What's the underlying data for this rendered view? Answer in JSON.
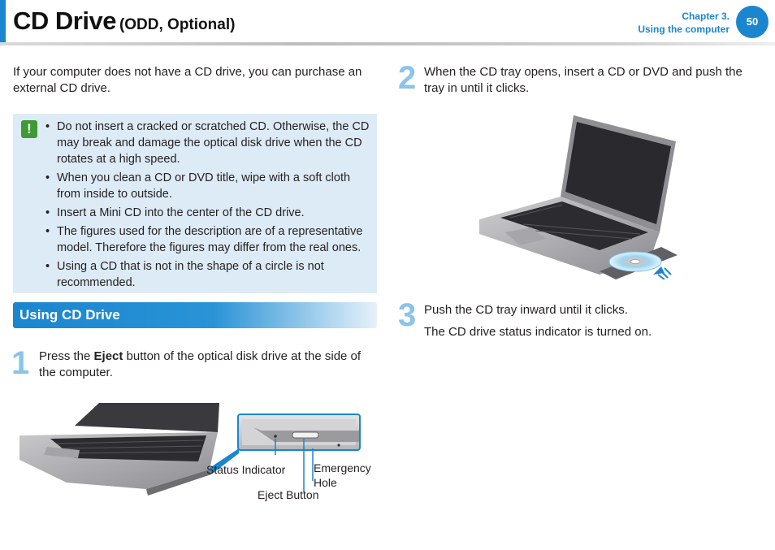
{
  "header": {
    "title": "CD Drive",
    "subtitle": "(ODD, Optional)",
    "chapter": "Chapter 3.",
    "chapter_name": "Using the computer",
    "page_number": "50"
  },
  "intro": "If your computer does not have a CD drive, you can purchase an external CD drive.",
  "note": {
    "icon": "exclamation-icon",
    "items": [
      "Do not insert a cracked or scratched CD. Otherwise, the CD may break and damage the optical disk drive when the CD rotates at a high speed.",
      "When you clean a CD or DVD title, wipe with a soft cloth from inside to outside.",
      "Insert a Mini CD into the center of the CD drive.",
      "The figures used for the description are of a representative model. Therefore the figures may differ from the real ones.",
      "Using a CD that is not in the shape of a circle is not recommended."
    ]
  },
  "section": {
    "title": "Using CD Drive"
  },
  "steps": [
    {
      "num": "1",
      "pre": "Press the ",
      "bold": "Eject",
      "post": " button of the optical disk drive at the side of the computer."
    },
    {
      "num": "2",
      "text": "When the CD tray opens, insert a CD or DVD and push the tray in until it clicks."
    },
    {
      "num": "3",
      "text": "Push the CD tray inward until it clicks.",
      "text2": "The CD drive status indicator is turned on."
    }
  ],
  "figure1": {
    "status_indicator": "Status Indicator",
    "emergency_hole": "Emergency Hole",
    "eject_button": "Eject Button"
  },
  "colors": {
    "accent": "#1a86cf",
    "note_bg": "#ddebf6",
    "step_number": "#8cc3ea"
  }
}
